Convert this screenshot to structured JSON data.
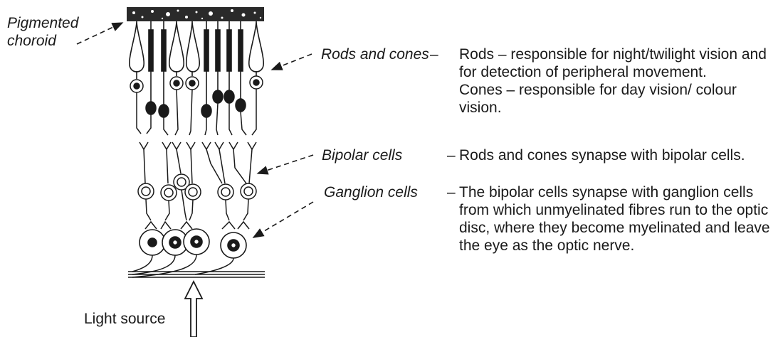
{
  "labels": {
    "choroid_line1": "Pigmented",
    "choroid_line2": "choroid",
    "rods_cones": "Rods and cones",
    "bipolar": "Bipolar cells",
    "ganglion": "Ganglion cells",
    "light_source": "Light source"
  },
  "descriptions": {
    "rods": "Rods – responsible for night/twilight vision and for detection of peripheral movement.",
    "cones": "Cones – responsible for day vision/ colour vision.",
    "bipolar": "Rods and cones synapse with bipolar cells.",
    "ganglion": "The bipolar cells synapse with ganglion cells from which unmyelinated fibres run to the optic disc, where they become myelinated and leave the eye as the optic nerve."
  },
  "dash_glyph": "–"
}
